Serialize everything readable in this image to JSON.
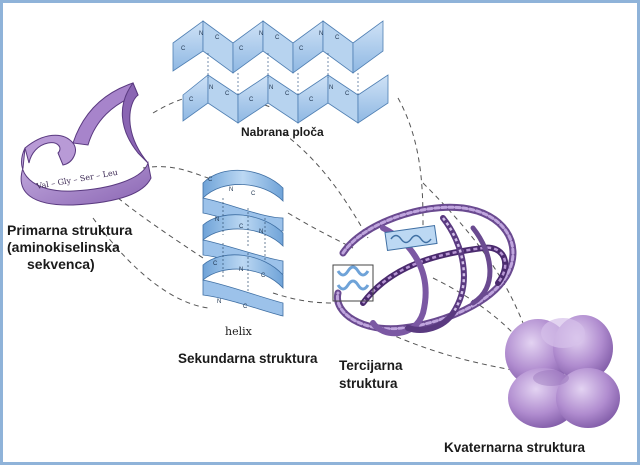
{
  "colors": {
    "frame": "#8fb3d9",
    "ribbon_purple": "#9a79bd",
    "ribbon_dark": "#4a2a6e",
    "sheet_blue": "#a9cbee",
    "helix_blue": "#8ab7e4",
    "blob_purple": "#b796d4",
    "connector": "#555555"
  },
  "icons": [
    "primary-ribbon-icon",
    "pleated-sheet-icon",
    "alpha-helix-icon",
    "tertiary-fold-icon",
    "quaternary-blob-icon"
  ],
  "labels": {
    "primary_line1": "Primarna struktura",
    "primary_line2": "(aminokiselinska",
    "primary_line3": "sekvenca)",
    "sheet": "Nabrana ploča",
    "helix": "helix",
    "secondary": "Sekundarna struktura",
    "tertiary_line1": "Tercijarna",
    "tertiary_line2": "struktura",
    "quaternary": "Kvaternarna struktura"
  },
  "sequence_text": "Val – Gly – Ser – Leu"
}
